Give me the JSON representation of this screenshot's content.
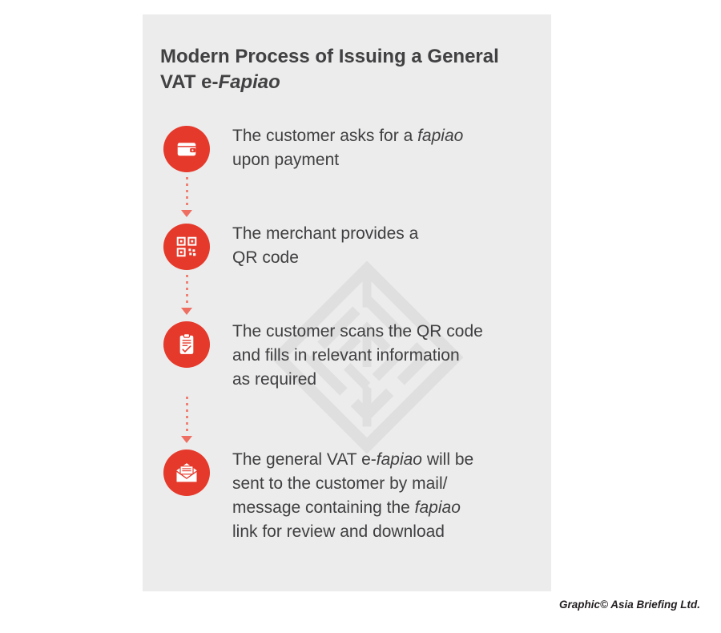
{
  "colors": {
    "accent_red": "#e5392b",
    "connector_pink": "#ef8176",
    "arrow_pink": "#ee6f62",
    "card_background": "#ececec",
    "text_dark": "#3f3f41",
    "watermark_gray": "#dfdfdf"
  },
  "title": {
    "segments": [
      {
        "t": "Modern Process of Issuing a General\nVAT e-"
      },
      {
        "t": "Fapiao",
        "italic": true
      }
    ]
  },
  "steps": [
    {
      "icon": "wallet-icon",
      "segments": [
        {
          "t": "The customer asks for a "
        },
        {
          "t": "fapiao",
          "italic": true
        },
        {
          "t": "\nupon payment"
        }
      ]
    },
    {
      "icon": "qr-code-icon",
      "segments": [
        {
          "t": "The merchant provides a\nQR code"
        }
      ]
    },
    {
      "icon": "clipboard-icon",
      "segments": [
        {
          "t": "The customer scans the QR code\nand fills in relevant information\nas required"
        }
      ]
    },
    {
      "icon": "mail-icon",
      "segments": [
        {
          "t": "The general VAT e-"
        },
        {
          "t": "fapiao",
          "italic": true
        },
        {
          "t": " will be\nsent to the customer by mail/\nmessage containing the "
        },
        {
          "t": "fapiao",
          "italic": true
        },
        {
          "t": "\nlink for review and download"
        }
      ]
    }
  ],
  "footer": {
    "credit": "Graphic© Asia Briefing Ltd."
  }
}
